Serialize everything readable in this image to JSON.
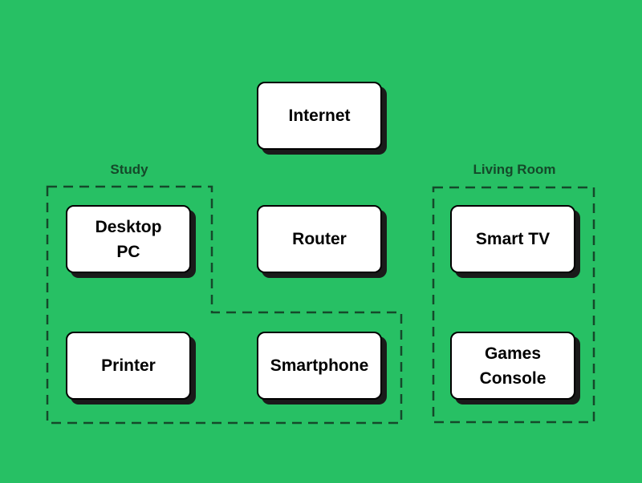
{
  "colors": {
    "background": "#27c064",
    "node_fill": "#ffffff",
    "node_border": "#000000",
    "shadow": "#1a1a1a",
    "group_border": "#15492a",
    "group_label": "#15492a"
  },
  "groups": {
    "study": {
      "label": "Study"
    },
    "living_room": {
      "label": "Living Room"
    }
  },
  "nodes": {
    "internet": {
      "label": "Internet"
    },
    "desktop_pc": {
      "label": "Desktop\nPC"
    },
    "router": {
      "label": "Router"
    },
    "smart_tv": {
      "label": "Smart TV"
    },
    "printer": {
      "label": "Printer"
    },
    "smartphone": {
      "label": "Smartphone"
    },
    "games_console": {
      "label": "Games\nConsole"
    }
  }
}
